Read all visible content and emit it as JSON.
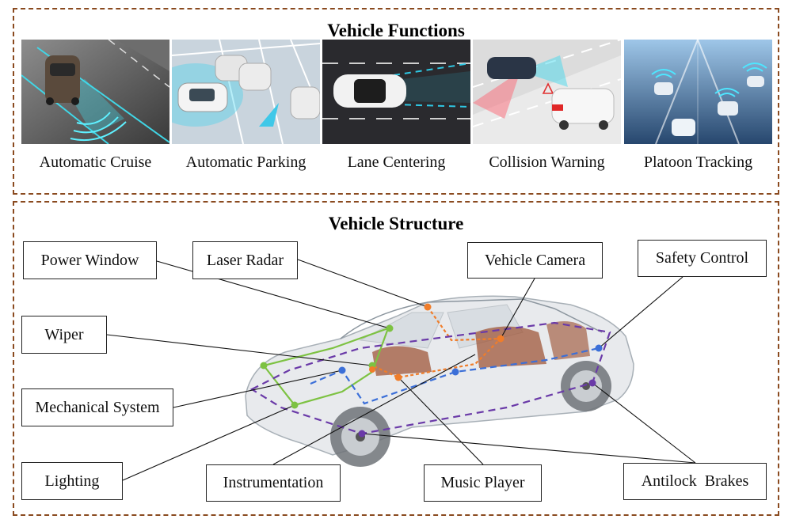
{
  "functions": {
    "title": "Vehicle Functions",
    "items": [
      {
        "label": "Automatic Cruise"
      },
      {
        "label": "Automatic Parking"
      },
      {
        "label": "Lane Centering"
      },
      {
        "label": "Collision Warning"
      },
      {
        "label": "Platoon Tracking"
      }
    ]
  },
  "structure": {
    "title": "Vehicle Structure",
    "labels": {
      "power_window": "Power Window",
      "laser_radar": "Laser Radar",
      "vehicle_camera": "Vehicle Camera",
      "safety_control": "Safety Control",
      "wiper": "Wiper",
      "mechanical_system": "Mechanical System",
      "lighting": "Lighting",
      "instrumentation": "Instrumentation",
      "music_player": "Music Player",
      "antilock_brakes": "Antilock  Brakes"
    }
  },
  "colors": {
    "frame": "#8a4a1f",
    "green_line": "#7dc242",
    "orange_line": "#f07d2a",
    "blue_line": "#3b6fd8",
    "purple_line": "#6a3aa8"
  }
}
